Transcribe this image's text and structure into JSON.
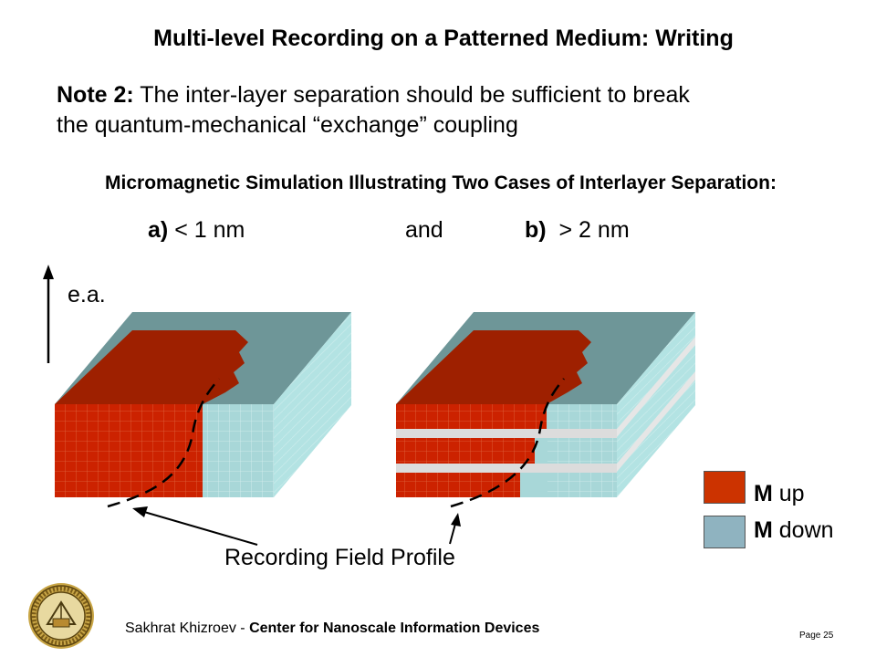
{
  "slide": {
    "title": "Multi-level Recording on a Patterned Medium: Writing",
    "note_prefix": "Note 2:",
    "note_line1": "The inter-layer separation should be sufficient to break",
    "note_line2": "the quantum-mechanical  “exchange” coupling",
    "subtitle": "Micromagnetic Simulation Illustrating Two Cases of Interlayer Separation:",
    "case_a_label": "a)",
    "case_a_value": "< 1 nm",
    "conjunction": "and",
    "case_b_label": "b)",
    "case_b_value": "> 2 nm",
    "axis_label": "e.a.",
    "annotation": "Recording Field Profile"
  },
  "legend": {
    "m": "M",
    "up": "up",
    "down": "down",
    "up_color": "#cc3300",
    "down_color": "#8fb3c0"
  },
  "footer": {
    "author": "Sakhrat Khizroev - ",
    "center": "Center for Nanoscale Information Devices",
    "page": "Page 25"
  }
}
